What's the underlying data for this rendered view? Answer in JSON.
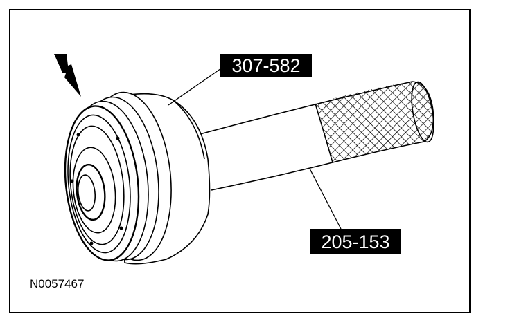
{
  "callouts": {
    "tool_upper": "307-582",
    "tool_lower": "205-153"
  },
  "figure_id": "N0057467",
  "colors": {
    "ink": "#000000",
    "paper": "#ffffff",
    "label_bg": "#000000",
    "label_fg": "#ffffff"
  }
}
